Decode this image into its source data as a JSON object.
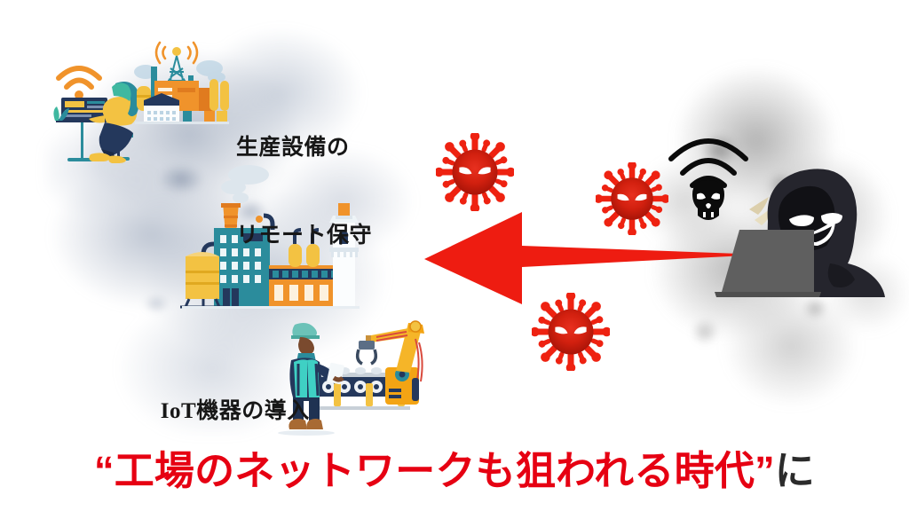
{
  "slide": {
    "background_color": "#ffffff",
    "labels": {
      "remote_maintenance_line1": "生産設備の",
      "remote_maintenance_line2": "リモート保守",
      "iot_adoption_prefix": "IoT",
      "iot_adoption_rest": "機器の導入"
    },
    "caption": {
      "open_quote": "“",
      "red_text": "工場のネットワークも狙われる時代",
      "close_quote": "”",
      "tail_text": "に",
      "red_color": "#e60012",
      "tail_color": "#2b2b2b"
    },
    "icons": {
      "attack_arrow": "left-arrow-icon",
      "virus_1": "virus-icon",
      "virus_2": "virus-icon",
      "virus_3": "virus-icon",
      "hacker": "hooded-hacker-icon",
      "laptop": "laptop-icon",
      "skull": "skull-icon",
      "wifi_waves": "wifi-signal-icon",
      "spark": "spark-icon",
      "remote_worker": "person-at-desk-icon",
      "desk_wifi": "wifi-icon",
      "antenna_tower": "antenna-tower-icon",
      "small_factory": "factory-icon",
      "main_factory": "factory-plant-icon",
      "factory_smoke": "smoke-icon",
      "iot_worker": "worker-with-tablet-icon",
      "robot_arm": "robot-arm-icon",
      "conveyor": "conveyor-belt-icon",
      "cloud_left": "watercolor-cloud",
      "cloud_right": "smoke-cloud"
    },
    "colors": {
      "virus_red": "#ee2211",
      "virus_core": "#c21b10",
      "arrow_red": "#ee1c11",
      "hacker_dark": "#25252d",
      "laptop_gray": "#5a5a5a",
      "accent_orange": "#f0932b",
      "accent_yellow": "#f3c242",
      "accent_teal": "#2b8c9c",
      "accent_navy": "#24385c",
      "cloud_blue_gray": "#8594ac",
      "cloud_gray": "#8a8a8a"
    }
  }
}
